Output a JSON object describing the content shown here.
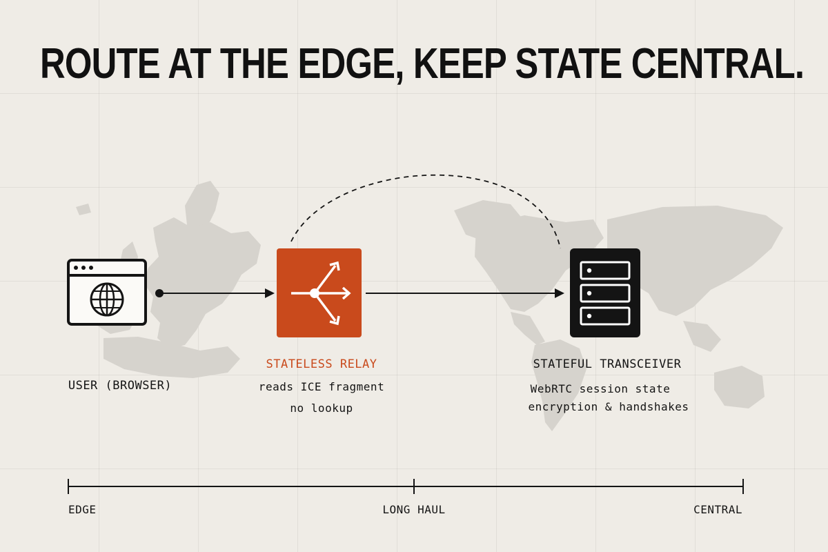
{
  "title": "ROUTE AT THE EDGE, KEEP STATE CENTRAL.",
  "colors": {
    "background": "#efece6",
    "accent": "#c94a1c",
    "ink": "#141414",
    "map": "#d6d3cd"
  },
  "nodes": {
    "user": {
      "label": "USER (BROWSER)",
      "icon": "browser-globe-icon"
    },
    "relay": {
      "label": "STATELESS RELAY",
      "lines": [
        "reads ICE fragment",
        "no lookup"
      ],
      "icon": "branching-arrows-icon"
    },
    "transceiver": {
      "label": "STATEFUL TRANSCEIVER",
      "lines": [
        "WebRTC session state",
        "encryption & handshakes"
      ],
      "icon": "server-rack-icon"
    }
  },
  "scale": {
    "left": "EDGE",
    "middle": "LONG HAUL",
    "right": "CENTRAL"
  }
}
